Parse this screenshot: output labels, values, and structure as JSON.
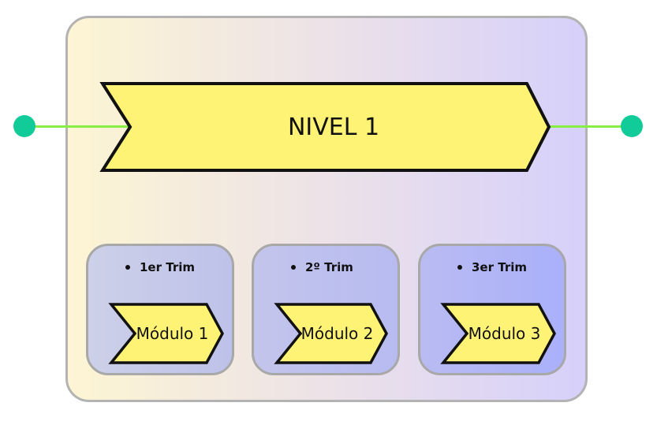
{
  "main": {
    "title": "NIVEL 1"
  },
  "columns": [
    {
      "period": "1er Trim",
      "module": "Módulo 1"
    },
    {
      "period": "2º Trim",
      "module": "Módulo 2"
    },
    {
      "period": "3er Trim",
      "module": "Módulo 3"
    }
  ],
  "colors": {
    "arrow_fill": "#fef374",
    "arrow_stroke": "#111111",
    "connector": "#88ee44",
    "endpoint": "#11cc99"
  }
}
